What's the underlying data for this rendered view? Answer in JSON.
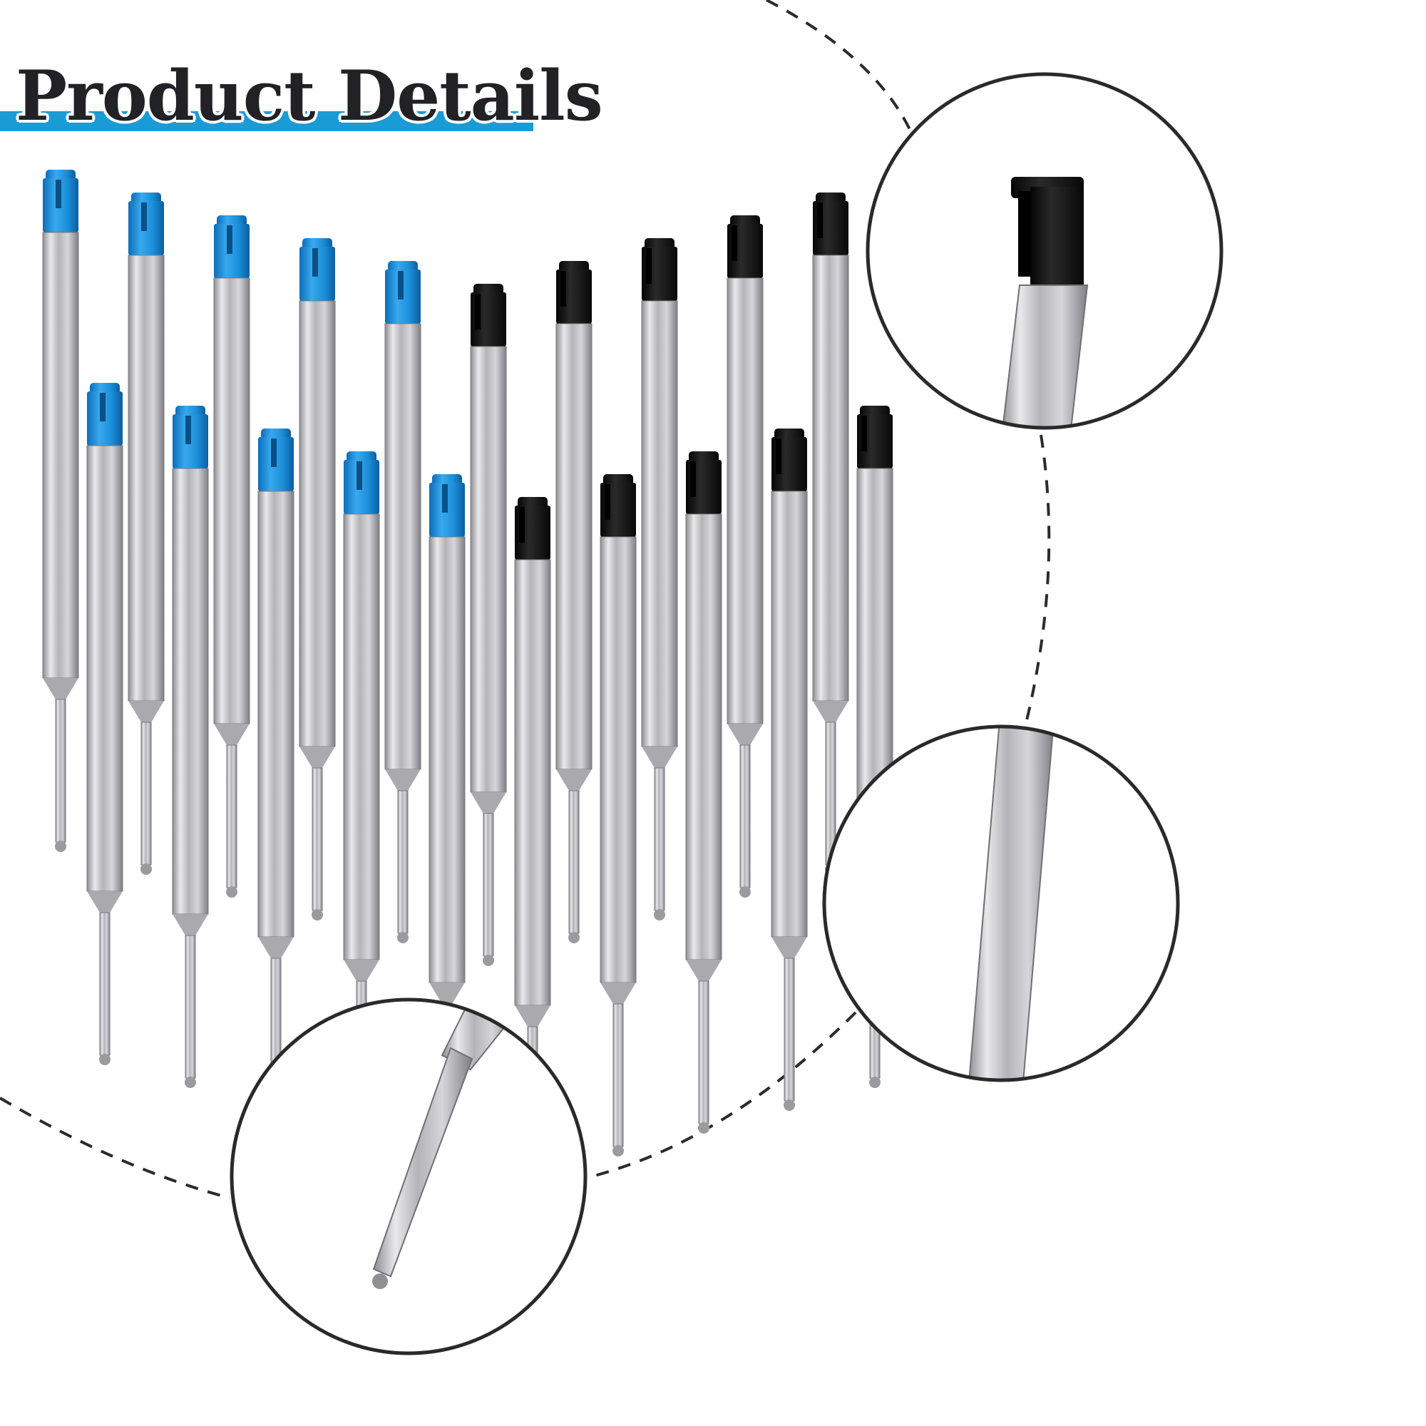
{
  "header": {
    "title": "Product Details"
  },
  "colors": {
    "accent_bar": "#1b9bd6",
    "blue_cap": "#1e90d8",
    "black_cap": "#141414",
    "steel": "#b8b8bc",
    "circle_outline": "#2a2a2a"
  },
  "product": {
    "refills": [
      {
        "cap": "blue"
      },
      {
        "cap": "blue"
      },
      {
        "cap": "blue"
      },
      {
        "cap": "blue"
      },
      {
        "cap": "blue"
      },
      {
        "cap": "black"
      },
      {
        "cap": "black"
      },
      {
        "cap": "black"
      },
      {
        "cap": "black"
      },
      {
        "cap": "black"
      },
      {
        "cap": "blue"
      },
      {
        "cap": "blue"
      },
      {
        "cap": "blue"
      },
      {
        "cap": "blue"
      },
      {
        "cap": "blue"
      },
      {
        "cap": "black"
      },
      {
        "cap": "black"
      },
      {
        "cap": "black"
      },
      {
        "cap": "black"
      },
      {
        "cap": "black"
      }
    ],
    "zoom_callouts": [
      {
        "detail": "cap"
      },
      {
        "detail": "barrel"
      },
      {
        "detail": "tip"
      }
    ]
  }
}
